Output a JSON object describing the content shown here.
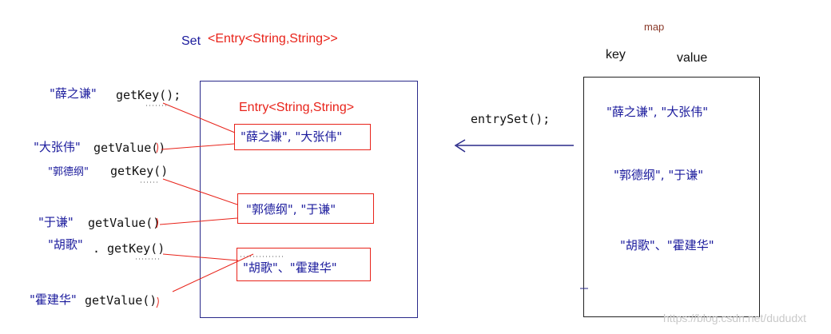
{
  "set_label": "Set",
  "set_type": "<Entry<String,String>>",
  "map_label": "map",
  "key_header": "key",
  "value_header": "value",
  "entry_type": "Entry<String,String>",
  "entries": [
    "\"薛之谦\", \"大张伟\"",
    "\"郭德纲\", \"于谦\"",
    "\"胡歌\"、\"霍建华\""
  ],
  "map_entries": [
    "\"薛之谦\", \"大张伟\"",
    "\"郭德纲\", \"于谦\"",
    "\"胡歌\"、\"霍建华\""
  ],
  "method_entryset": "entrySet();",
  "left_labels": {
    "r1_val": "\"薛之谦\"",
    "r1_call": "getKey();",
    "r2_val": "\"大张伟\"",
    "r2_call": "getValue()",
    "r3_val": "\"郭德纲\"",
    "r3_call": "getKey()",
    "r4_val": "\"于谦\"",
    "r4_call": "getValue()",
    "r5_val": "\"胡歌\"",
    "r5_call": "getKey()",
    "r6_val": "\"霍建华\"",
    "r6_call": "getValue()"
  },
  "watermark": "https://blog.csdn.net/dududxt",
  "colors": {
    "blue": "#1a1a9c",
    "red": "#e8231a",
    "black": "#111111"
  }
}
